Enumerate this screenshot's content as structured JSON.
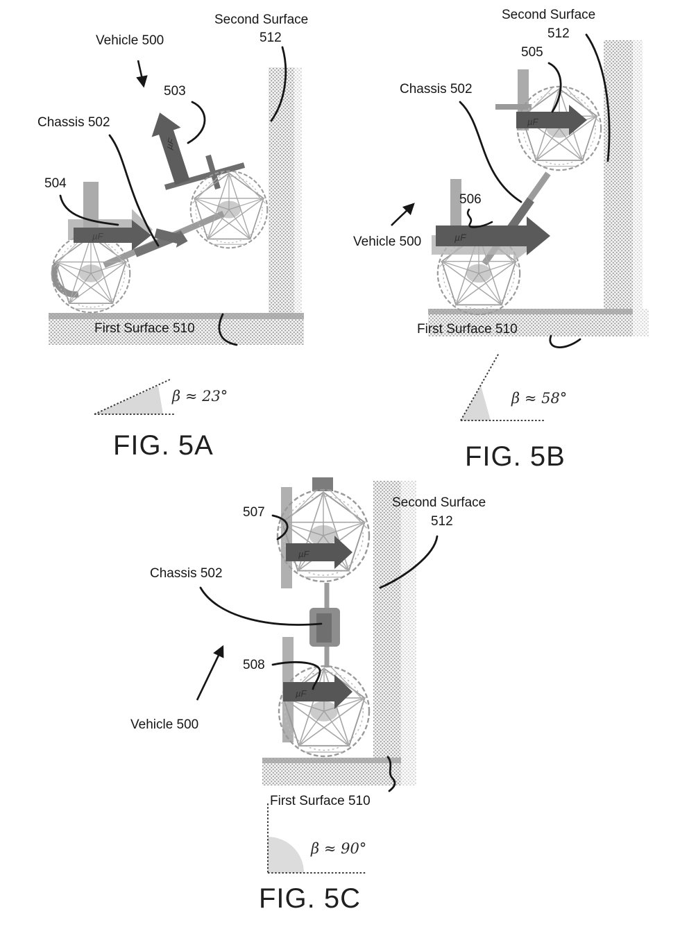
{
  "document": {
    "kind": "patent figure sheet",
    "colors": {
      "background": "#ffffff",
      "ink": "#161616",
      "halftone": "#9a9a9a",
      "arrow": "#5a5a5a"
    }
  },
  "fig5a": {
    "title": "FIG. 5A",
    "angle_label": "β ≈ 23°",
    "labels": {
      "vehicle": "Vehicle 500",
      "second_surface_1": "Second Surface",
      "second_surface_2": "512",
      "ref_503": "503",
      "chassis": "Chassis 502",
      "ref_504": "504",
      "first_surface": "First Surface 510"
    },
    "force_labels": {
      "up_arrow": "µF",
      "horizontal_arrow": "µF"
    }
  },
  "fig5b": {
    "title": "FIG. 5B",
    "angle_label": "β ≈ 58°",
    "labels": {
      "second_surface_1": "Second Surface",
      "second_surface_2": "512",
      "ref_505": "505",
      "chassis": "Chassis 502",
      "ref_506": "506",
      "vehicle": "Vehicle 500",
      "first_surface": "First Surface 510"
    },
    "force_labels": {
      "top_arrow": "µF",
      "bottom_arrow": "µF"
    }
  },
  "fig5c": {
    "title": "FIG. 5C",
    "angle_label": "β ≈ 90°",
    "labels": {
      "ref_507": "507",
      "second_surface_1": "Second Surface",
      "second_surface_2": "512",
      "chassis": "Chassis 502",
      "ref_508": "508",
      "vehicle": "Vehicle 500",
      "first_surface": "First Surface 510"
    },
    "force_labels": {
      "top_arrow": "µF",
      "bottom_arrow": "µF"
    }
  }
}
